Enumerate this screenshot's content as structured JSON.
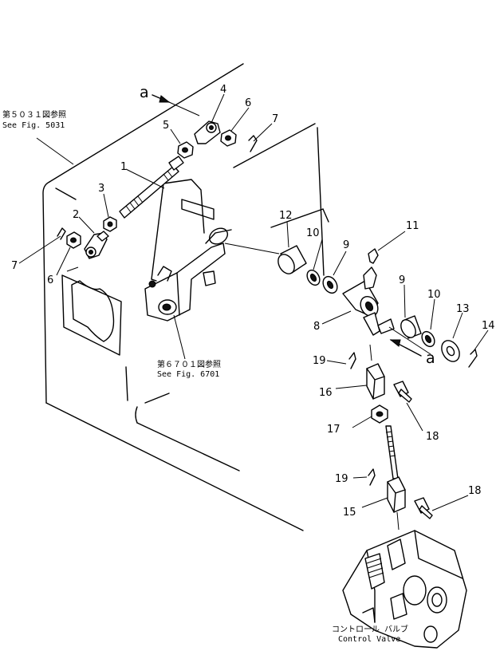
{
  "callouts": {
    "p1": "1",
    "p2": "2",
    "p3": "3",
    "p4": "4",
    "p5": "5",
    "p6": "6",
    "p6b": "6",
    "p7": "7",
    "p7b": "7",
    "p8": "8",
    "p9": "9",
    "p9b": "9",
    "p10": "10",
    "p10b": "10",
    "p11": "11",
    "p12": "12",
    "p13": "13",
    "p14": "14",
    "p15": "15",
    "p16": "16",
    "p17": "17",
    "p18": "18",
    "p18b": "18",
    "p19": "19",
    "p19b": "19"
  },
  "view_marks": {
    "a_top": "a",
    "a_bottom": "a"
  },
  "references": {
    "fig5031_jp": "第５０３１図参照",
    "fig5031_en": "See Fig. 5031",
    "fig6701_jp": "第６７０１図参照",
    "fig6701_en": "See Fig. 6701",
    "control_valve_jp": "コントロール バルブ",
    "control_valve_en": "Control Valve"
  }
}
